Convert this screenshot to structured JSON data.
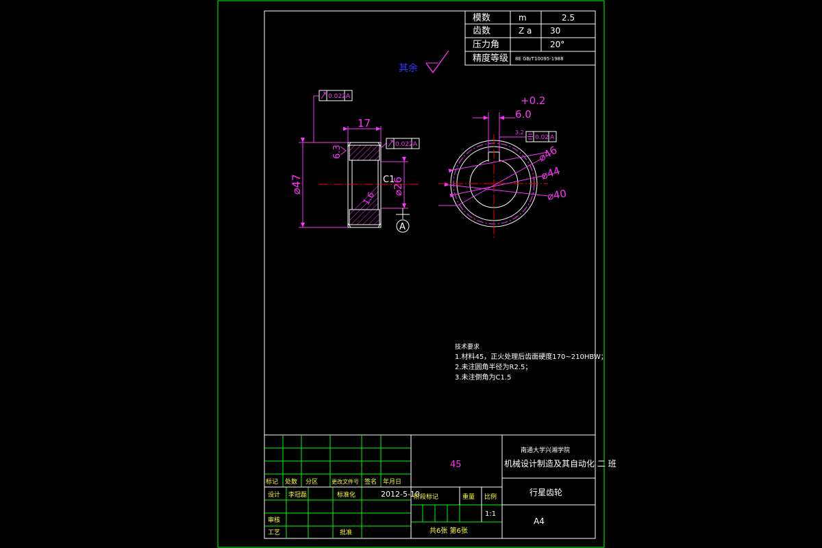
{
  "params_table": {
    "rows": [
      {
        "label": "模数",
        "symbol": "m",
        "value": "2.5"
      },
      {
        "label": "齿数",
        "symbol": "Z a",
        "value": "30"
      },
      {
        "label": "压力角",
        "symbol": "",
        "value": "20°"
      },
      {
        "label": "精度等级",
        "symbol": "8E GB/T10095-1988",
        "value": ""
      }
    ]
  },
  "surface_note": {
    "text": "其余",
    "roughness": "√"
  },
  "side_view": {
    "tolerance_top": "0.022",
    "tolerance_face": "0.022",
    "datum_letter": "A",
    "dim_width": "17",
    "dim_outer": "⌀47",
    "dim_inner": "⌀26",
    "chamfer": "C1",
    "roughness_outer": "6.3",
    "roughness_inner": "1.6",
    "datum_symbol": "A"
  },
  "front_view": {
    "tol_upper": "+0.2",
    "key_width": "6.0",
    "sym_label": "3.2",
    "sym_tol": "0.02",
    "sym_datum": "A",
    "d_tip": "⌀46",
    "d_pitch": "⌀44",
    "d_root": "⌀40"
  },
  "tech_requirements": {
    "title": "技术要求",
    "items": [
      "1.材料45，正火处理后齿面硬度170~210HBW；",
      "2.未注圆角半径为R2.5；",
      "3.未注倒角为C1.5"
    ]
  },
  "title_block": {
    "school": "南通大学兴湘学院",
    "department": "机械设计制造及其自动化 二 班",
    "material": "45",
    "part_name": "行星齿轮",
    "header_cols": [
      "标记",
      "处数",
      "分区",
      "更改文件号",
      "签名",
      "年月日"
    ],
    "design_label": "设计",
    "designer": "李冠磊",
    "standard_label": "标准化",
    "date": "2012-5-10",
    "stage_label": "阶段标记",
    "weight_label": "重量",
    "scale_label": "比例",
    "scale": "1:1",
    "review_label": "审核",
    "process_label": "工艺",
    "approve_label": "批准",
    "sheet_info": "共6张 第6张",
    "paper": "A4"
  },
  "colors": {
    "background": "#000000",
    "frame": "#00ff00",
    "outline": "#ffffff",
    "dimension": "#ff33ff",
    "centerline": "#ff0000",
    "text_yellow": "#ffff33",
    "hatch": "#ff33ff"
  }
}
